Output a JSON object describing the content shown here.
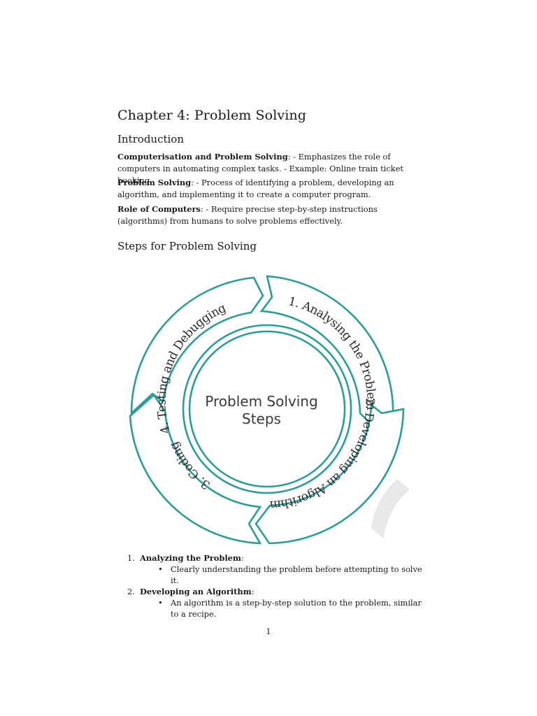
{
  "chapter_title": "Chapter 4: Problem Solving",
  "intro": {
    "heading": "Introduction",
    "paragraphs": [
      {
        "term": "Computerisation and Problem Solving",
        "text": ": - Emphasizes the role of computers in automating complex tasks. - Example: Online train ticket booking."
      },
      {
        "term": "Problem Solving",
        "text": ": - Process of identifying a problem, developing an algorithm, and implementing it to create a computer program."
      },
      {
        "term": "Role of Computers",
        "text": ": - Require precise step-by-step instructions (algorithms) from humans to solve problems effectively."
      }
    ]
  },
  "steps_section": {
    "heading": "Steps for Problem Solving",
    "diagram": {
      "center_line1": "Problem Solving",
      "center_line2": "Steps",
      "segments": [
        "1. Analysing the Problem",
        "2. Developing an Algorithm",
        "3. Coding",
        "4. Testing and Debugging"
      ],
      "accent_color": "#2a9d99"
    },
    "list": [
      {
        "num": "1.",
        "title": "Analyzing the Problem",
        "suffix": ":",
        "bullet": "•",
        "detail": "Clearly understanding the problem before attempting to solve it."
      },
      {
        "num": "2.",
        "title": "Developing an Algorithm",
        "suffix": ":",
        "bullet": "•",
        "detail": "An algorithm is a step-by-step solution to the problem, similar to a recipe."
      }
    ]
  },
  "page_number": "1"
}
